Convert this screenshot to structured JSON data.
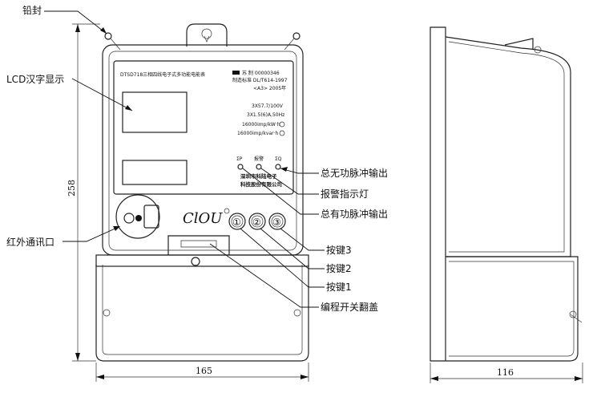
{
  "labels": {
    "lead_seal": "铅封",
    "lcd": "LCD汉字显示",
    "ir_port": "红外通讯口",
    "reactive_pulse": "总无功脉冲输出",
    "alarm_lamp": "报警指示灯",
    "active_pulse": "总有功脉冲输出",
    "key3": "按键3",
    "key2": "按键2",
    "key1": "按键1",
    "prog_cover": "编程开关翻盖"
  },
  "dimensions": {
    "height": "258",
    "width": "165",
    "depth": "116"
  },
  "nameplate": {
    "title": "DTSD718三相四线电子式多功能电能表",
    "cert": "00000346",
    "standard": "制造标准 DL/T614-1997",
    "class": "<A3> 2005年",
    "voltage": "3X57.7/100V",
    "current": "3X1.5(6)A,50Hz",
    "imp_kwh": "16000imp/kW·h",
    "imp_kvarh": "16000imp/kvar·h",
    "ind_p": "ΣP",
    "ind_alarm": "报警",
    "ind_q": "ΣQ",
    "company_1": "深圳市科陆电子",
    "company_2": "科技股份有限公司"
  },
  "keys": [
    "①",
    "②",
    "③"
  ]
}
